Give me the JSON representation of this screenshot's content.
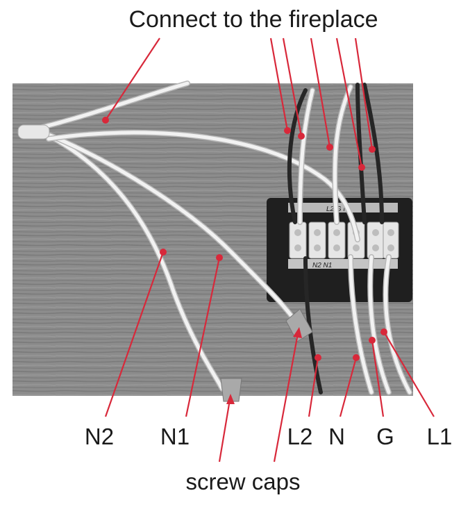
{
  "labels": {
    "top": "Connect to the fireplace",
    "n2": "N2",
    "n1": "N1",
    "l2": "L2",
    "n": "N",
    "g": "G",
    "l1": "L1",
    "bottom": "screw caps"
  },
  "block_text": {
    "top": "L2 G N",
    "bottom": "N2 N1"
  },
  "colors": {
    "leader": "#d8283a",
    "photo_bg": "#8a8a8a",
    "white_wire": "#f2f2f2",
    "black_wire": "#262626",
    "block": "#1f1f1f",
    "terminal": "#e6e6e6"
  }
}
